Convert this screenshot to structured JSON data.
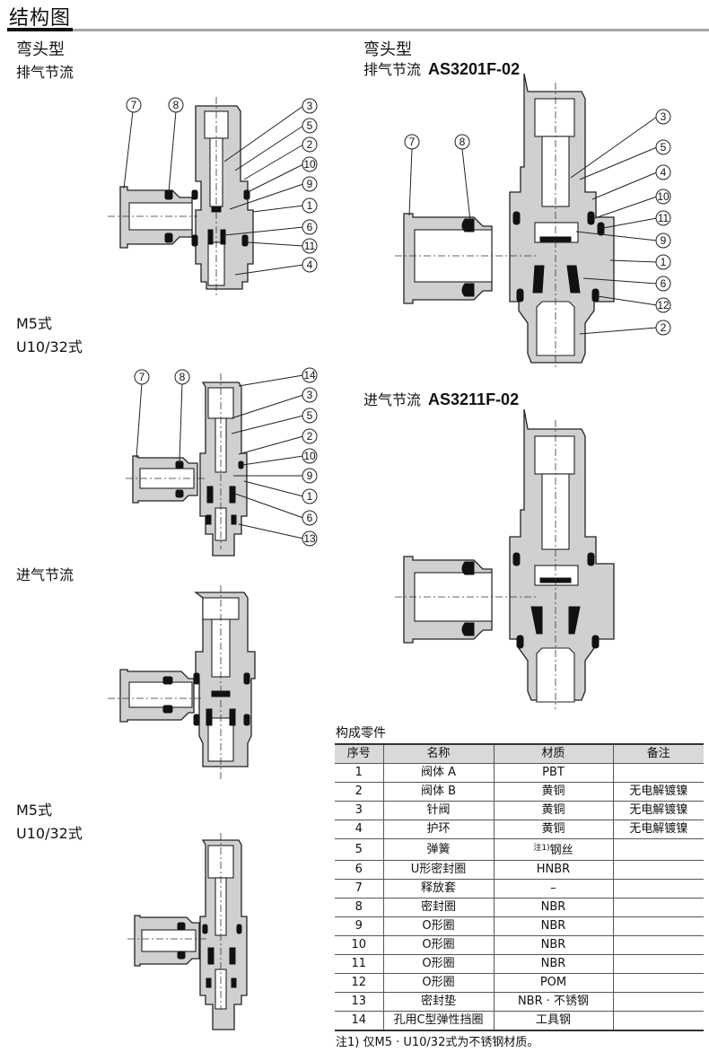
{
  "page": {
    "title": "结构图",
    "accent_colors": {
      "bar_dark": "#111111",
      "bar_light": "#a8a8a8",
      "table_header_bg": "#d9d9d9",
      "body_fill": "#d0d0d0",
      "seal_fill": "#111111"
    }
  },
  "left_column": {
    "sections": [
      {
        "heading": "弯头型",
        "subheading": "排气节流",
        "callouts_left": [
          "7",
          "8"
        ],
        "callouts_right": [
          "3",
          "5",
          "2",
          "10",
          "9",
          "1",
          "6",
          "11",
          "4"
        ]
      },
      {
        "heading": "M5式",
        "subheading": "U10/32式",
        "callouts_left": [
          "7",
          "8"
        ],
        "callouts_right": [
          "14",
          "3",
          "5",
          "2",
          "10",
          "9",
          "1",
          "6",
          "13"
        ]
      },
      {
        "heading": "进气节流",
        "subheading": ""
      },
      {
        "heading": "M5式",
        "subheading": "U10/32式"
      }
    ]
  },
  "right_column": {
    "sections": [
      {
        "heading": "弯头型",
        "subheading": "排气节流",
        "model": "AS3201F-02",
        "callouts_left": [
          "7",
          "8"
        ],
        "callouts_right": [
          "3",
          "5",
          "4",
          "10",
          "11",
          "9",
          "1",
          "6",
          "12",
          "2"
        ]
      },
      {
        "heading": "进气节流",
        "model": "AS3211F-02"
      }
    ]
  },
  "parts_table": {
    "title": "构成零件",
    "headers": [
      "序号",
      "名称",
      "材质",
      "备注"
    ],
    "rows": [
      {
        "no": "1",
        "name": "阀体 A",
        "material_note": "",
        "material": "PBT",
        "remark": ""
      },
      {
        "no": "2",
        "name": "阀体 B",
        "material_note": "",
        "material": "黄铜",
        "remark": "无电解镀镍"
      },
      {
        "no": "3",
        "name": "针阀",
        "material_note": "",
        "material": "黄铜",
        "remark": "无电解镀镍"
      },
      {
        "no": "4",
        "name": "护环",
        "material_note": "",
        "material": "黄铜",
        "remark": "无电解镀镍"
      },
      {
        "no": "5",
        "name": "弹簧",
        "material_note": "注1)",
        "material": "钢丝",
        "remark": ""
      },
      {
        "no": "6",
        "name": "U形密封圈",
        "material_note": "",
        "material": "HNBR",
        "remark": ""
      },
      {
        "no": "7",
        "name": "释放套",
        "material_note": "",
        "material": "–",
        "remark": ""
      },
      {
        "no": "8",
        "name": "密封圈",
        "material_note": "",
        "material": "NBR",
        "remark": ""
      },
      {
        "no": "9",
        "name": "O形圈",
        "material_note": "",
        "material": "NBR",
        "remark": ""
      },
      {
        "no": "10",
        "name": "O形圈",
        "material_note": "",
        "material": "NBR",
        "remark": ""
      },
      {
        "no": "11",
        "name": "O形圈",
        "material_note": "",
        "material": "NBR",
        "remark": ""
      },
      {
        "no": "12",
        "name": "O形圈",
        "material_note": "",
        "material": "POM",
        "remark": ""
      },
      {
        "no": "13",
        "name": "密封垫",
        "material_note": "",
        "material": "NBR · 不锈钢",
        "remark": ""
      },
      {
        "no": "14",
        "name": "孔用C型弹性挡圈",
        "material_note": "",
        "material": "工具钢",
        "remark": ""
      }
    ],
    "footnote": "注1) 仅M5 · U10/32式为不锈钢材质。"
  }
}
